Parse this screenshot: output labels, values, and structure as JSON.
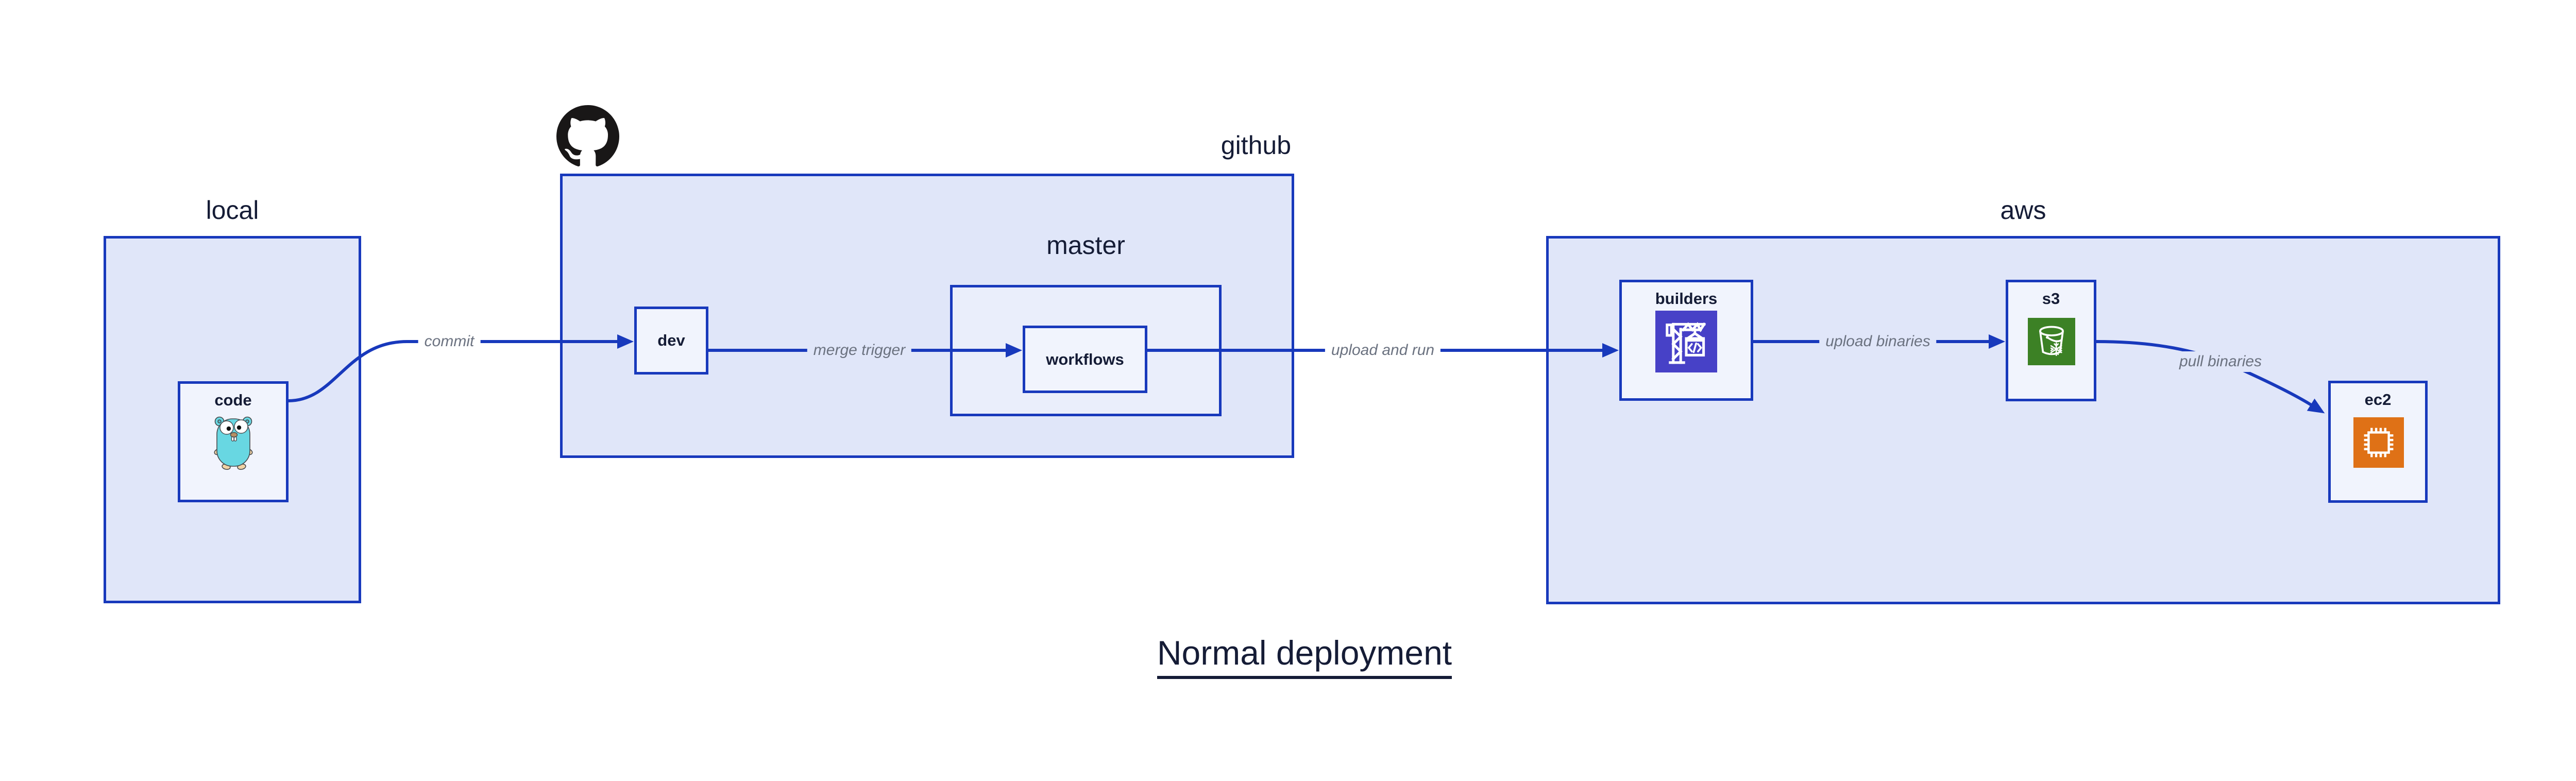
{
  "diagram": {
    "title": "Normal deployment",
    "containers": {
      "local": {
        "label": "local"
      },
      "github": {
        "label": "github",
        "icon": "github-octocat-icon"
      },
      "master": {
        "label": "master"
      },
      "aws": {
        "label": "aws"
      }
    },
    "nodes": {
      "code": {
        "label": "code",
        "icon": "go-gopher-icon"
      },
      "dev": {
        "label": "dev"
      },
      "workflows": {
        "label": "workflows"
      },
      "builders": {
        "label": "builders",
        "icon": "aws-codebuild-crane-icon"
      },
      "s3": {
        "label": "s3",
        "icon": "aws-s3-bucket-icon"
      },
      "ec2": {
        "label": "ec2",
        "icon": "aws-ec2-chip-icon"
      }
    },
    "edges": [
      {
        "from": "code",
        "to": "dev",
        "label": "commit"
      },
      {
        "from": "dev",
        "to": "workflows",
        "label": "merge trigger"
      },
      {
        "from": "workflows",
        "to": "builders",
        "label": "upload and run"
      },
      {
        "from": "builders",
        "to": "s3",
        "label": "upload binaries"
      },
      {
        "from": "s3",
        "to": "ec2",
        "label": "pull binaries"
      }
    ],
    "colors": {
      "border_and_arrows": "#1839bc",
      "container_fill": "#e0e6f9",
      "mid_fill": "#eaeefb",
      "leaf_fill": "#f1f4fd",
      "label_text": "#151c36",
      "edge_label_text": "#6b7280",
      "codebuild_purple": "#4741c7",
      "s3_green": "#3c8125",
      "ec2_orange": "#df7116",
      "github_black": "#191717",
      "gopher_teal": "#68d7e2"
    }
  }
}
